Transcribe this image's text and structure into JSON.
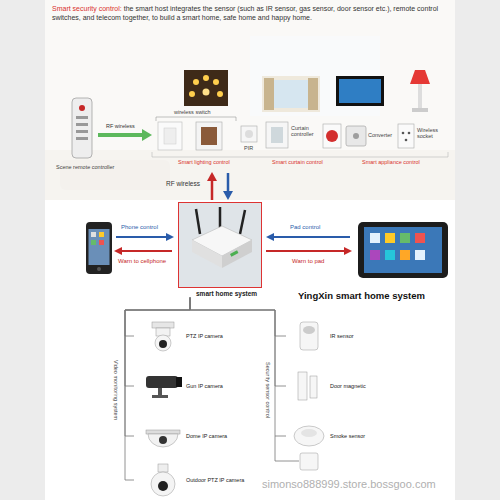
{
  "diagram": {
    "title": "Smart security control:",
    "nodes": [
      {
        "text": [
          "smart home system"
        ]
      },
      {
        "text": [
          "PTZ IP camera"
        ]
      },
      {
        "text": [
          "Gun IP camera"
        ]
      },
      {
        "text": [
          "Dome IP camera"
        ]
      },
      {
        "text": [
          "Outdoor PTZ IP camera"
        ]
      },
      {
        "text": [
          "IR sensor"
        ]
      },
      {
        "text": [
          "Door magnetic"
        ]
      },
      {
        "text": [
          "Smoke sensor"
        ]
      }
    ],
    "edges": [
      {
        "from": 0,
        "to": 1,
        "arrow": "none"
      },
      {
        "from": 0,
        "to": 2,
        "arrow": "none"
      },
      {
        "from": 0,
        "to": 3,
        "arrow": "none"
      },
      {
        "from": 0,
        "to": 4,
        "arrow": "none"
      },
      {
        "from": 0,
        "to": 5,
        "arrow": "none"
      },
      {
        "from": 0,
        "to": 6,
        "arrow": "none"
      },
      {
        "from": 0,
        "to": 7,
        "arrow": "none"
      }
    ],
    "labels": [
      "the smart host integrates the sensor (such as IR sensor, gas sensor, door sensor etc.), remote control switches, and telecom together, to build a smart home, safe home and happy home.",
      "wireless switch",
      "PIR",
      "Curtain controller",
      "Converter",
      "Wireless socket",
      "RF wireless",
      "Scene remote controller",
      "Smart lighting control",
      "Smart curtain control",
      "Smart appliance control",
      "RF wireless",
      "Phone control",
      "Warn to cellphone",
      "Pad control",
      "Warn to pad",
      "YingXin smart home system",
      "Video monitoring system",
      "Security sensor control",
      "simonso888999.store.bossgoo.com"
    ]
  }
}
